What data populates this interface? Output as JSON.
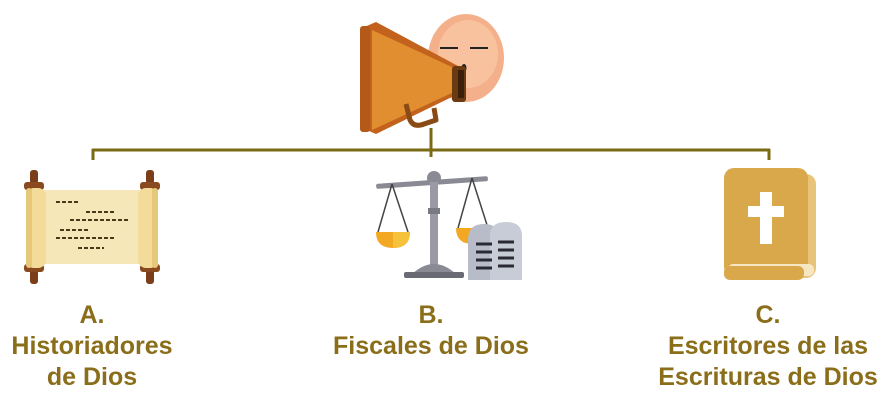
{
  "colors": {
    "caption_text": "#8a6e1a",
    "connector": "#7a6a14",
    "megaphone": "#d98a2b",
    "bible": "#d9a84a",
    "scroll": "#f4e4b0"
  },
  "icons": {
    "top": "megaphone-speaker-icon",
    "a": "scroll-icon",
    "b": "scales-and-tablets-icon",
    "c": "bible-icon"
  },
  "items": [
    {
      "letter": "A.",
      "line1": "Historiadores",
      "line2": "de Dios"
    },
    {
      "letter": "B.",
      "line1": "Fiscales de Dios",
      "line2": ""
    },
    {
      "letter": "C.",
      "line1": "Escritores de las",
      "line2": "Escrituras de Dios"
    }
  ]
}
